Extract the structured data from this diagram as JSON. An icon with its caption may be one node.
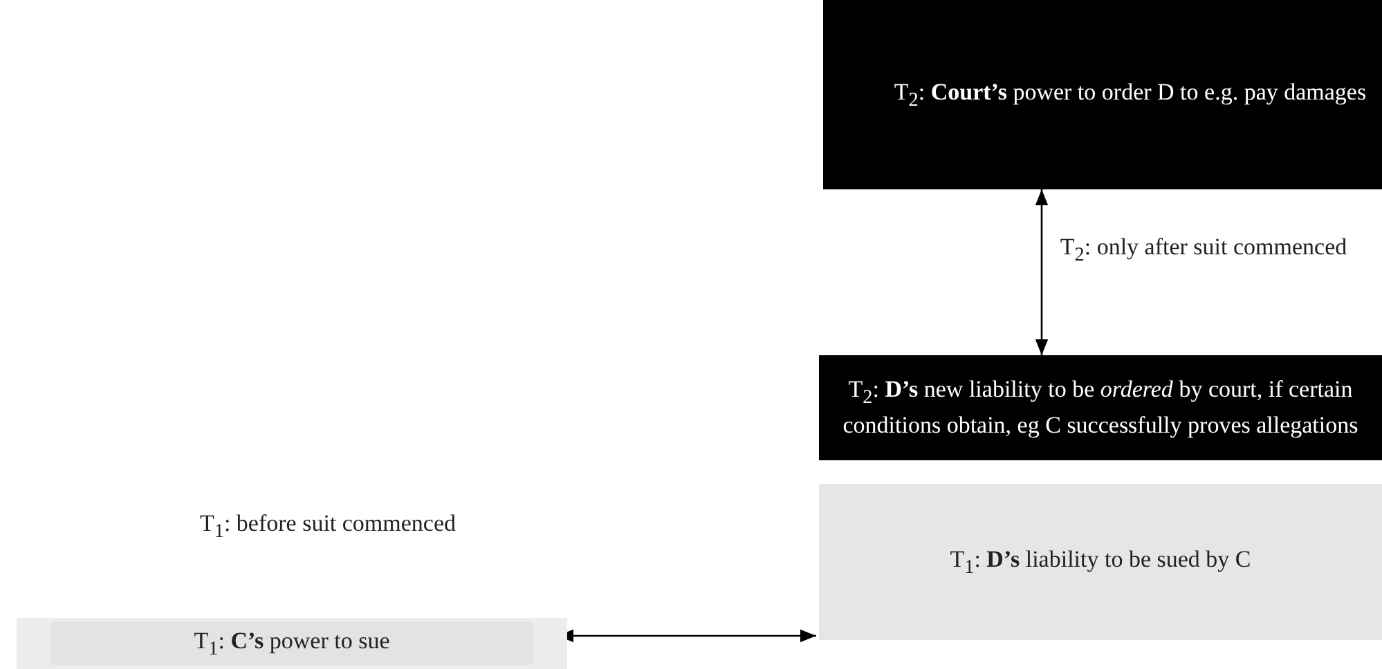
{
  "diagram": {
    "nodes": [
      {
        "text": [
          "T$_{2}$: **Court’s** power to order D to e.g. pay damages"
        ]
      },
      {
        "text": [
          "T$_{2}$: **D’s** new liability to be *ordered* by court, if certain conditions obtain, eg C successfully proves allegations"
        ]
      },
      {
        "text": [
          "T$_{1}$: **D’s** liability to be sued by C"
        ]
      },
      {
        "text": [
          "T$_{1}$: **C’s** power to sue"
        ]
      }
    ],
    "edges": [
      {
        "from": 1,
        "to": 0,
        "arrow": "both",
        "label": "T$_{2}$: only after suit commenced"
      },
      {
        "from": 3,
        "to": 2,
        "arrow": "both"
      }
    ],
    "labels": [
      "T$_{1}$: before suit commenced"
    ]
  }
}
